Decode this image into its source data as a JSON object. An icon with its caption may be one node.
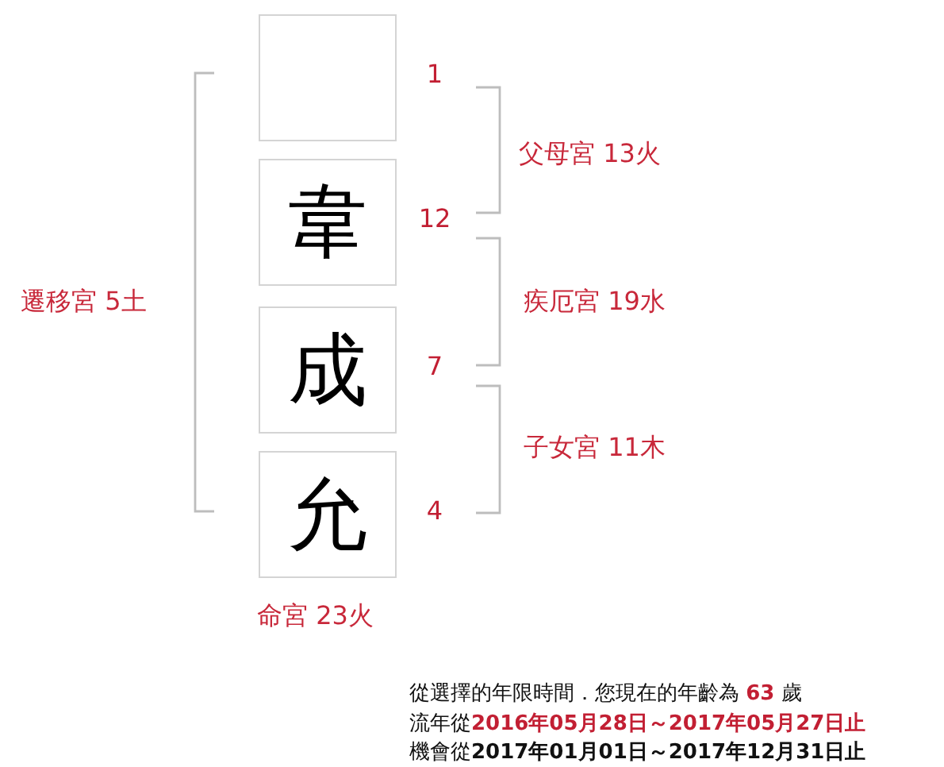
{
  "diagram": {
    "nodes": [
      {
        "text": [],
        "shape": "box",
        "beside": [
          "1"
        ]
      },
      {
        "text": [
          "韋"
        ],
        "beside": [
          "12"
        ]
      },
      {
        "text": [
          "成"
        ],
        "beside": [
          "7"
        ]
      },
      {
        "text": [
          "允"
        ],
        "beside": [
          "4"
        ]
      }
    ],
    "labels": [
      "父母宮 13火",
      "遷移宮 5土",
      "疾厄宮 19水",
      "子女宮 11木",
      "命宮 23火",
      "從選擇的年限時間．您現在的年齡為 **63** 歲",
      "流年從**2016年05月28日～2017年05月27日止**",
      "機會從**2017年01月01日～2017年12月31日止**"
    ]
  }
}
